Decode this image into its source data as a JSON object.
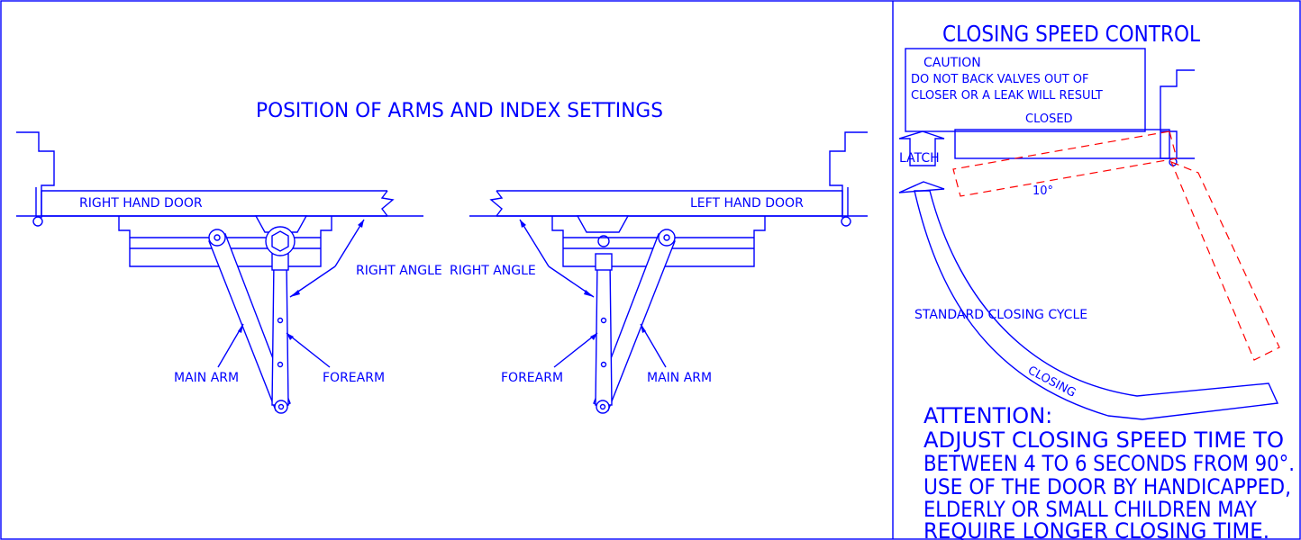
{
  "left_panel": {
    "title": "POSITION OF ARMS AND INDEX SETTINGS",
    "right_door": {
      "door_label": "RIGHT HAND DOOR",
      "right_angle_label": "RIGHT ANGLE",
      "main_arm_label": "MAIN ARM",
      "forearm_label": "FOREARM"
    },
    "left_door": {
      "door_label": "LEFT HAND DOOR",
      "right_angle_label": "RIGHT ANGLE",
      "main_arm_label": "MAIN ARM",
      "forearm_label": "FOREARM"
    }
  },
  "right_panel": {
    "title": "CLOSING SPEED CONTROL",
    "caution": {
      "heading": "CAUTION",
      "line1": "DO NOT BACK VALVES OUT OF",
      "line2": "CLOSER OR A LEAK WILL RESULT"
    },
    "closed_label": "CLOSED",
    "latch_label": "LATCH",
    "angle_label": "10°",
    "cycle_label": "STANDARD CLOSING CYCLE",
    "closing_label": "CLOSING",
    "attention": {
      "heading": "ATTENTION:",
      "lines": [
        "ADJUST CLOSING SPEED TIME TO",
        "BETWEEN 4 TO 6 SECONDS FROM 90°.",
        "USE OF THE DOOR BY HANDICAPPED,",
        "ELDERLY OR SMALL CHILDREN MAY",
        "REQUIRE LONGER CLOSING TIME."
      ]
    }
  },
  "colors": {
    "line": "#0000ff",
    "dashed": "#ff0000",
    "background": "#ffffff"
  }
}
